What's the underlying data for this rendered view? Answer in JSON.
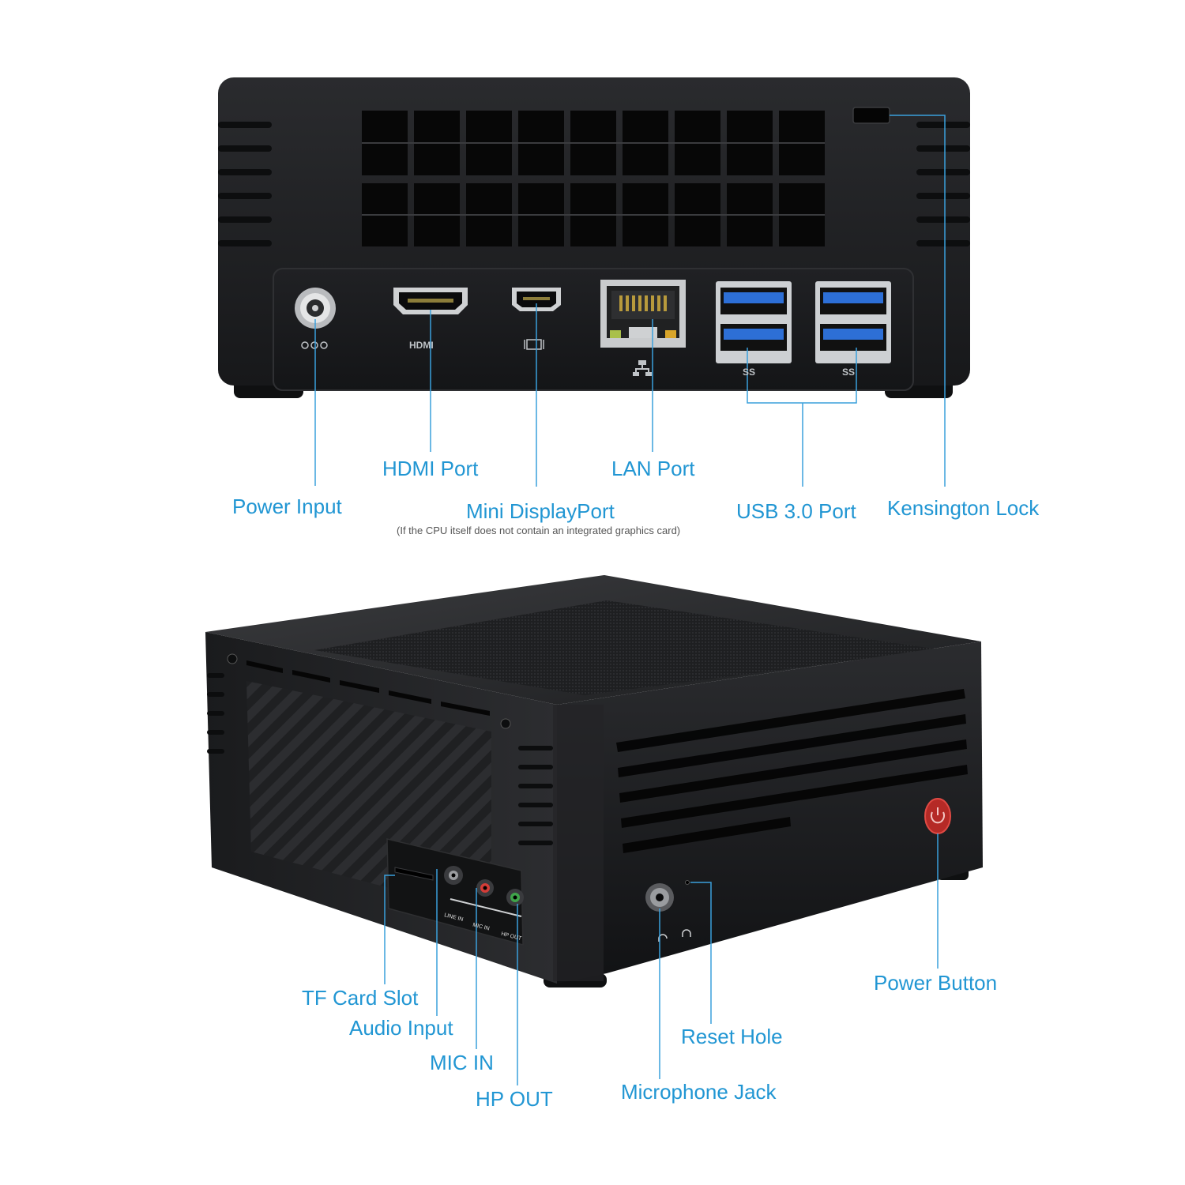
{
  "rear_view": {
    "labels": {
      "power_input": "Power Input",
      "hdmi_port": "HDMI Port",
      "mini_displayport": "Mini DisplayPort",
      "mini_displayport_note": "(If the CPU itself does not contain an integrated graphics card)",
      "lan_port": "LAN Port",
      "usb_port": "USB 3.0 Port",
      "kensington_lock": "Kensington Lock"
    },
    "port_markings": {
      "hdmi": "HDMI",
      "usb_a": "SS",
      "usb_b": "SS"
    }
  },
  "front_view": {
    "labels": {
      "tf_card_slot": "TF Card Slot",
      "audio_input": "Audio Input",
      "mic_in": "MIC IN",
      "hp_out": "HP OUT",
      "microphone_jack": "Microphone Jack",
      "reset_hole": "Reset Hole",
      "power_button": "Power Button"
    },
    "jack_markings": {
      "line_in": "LINE IN",
      "mic_in": "MIC IN",
      "hp_out": "HP OUT"
    }
  },
  "colors": {
    "label_blue": "#2196d3",
    "leader_line": "#3aa0dc",
    "chassis": "#1c1d1f",
    "usb_insert": "#2d6fd6",
    "power_button": "#c8312c"
  }
}
